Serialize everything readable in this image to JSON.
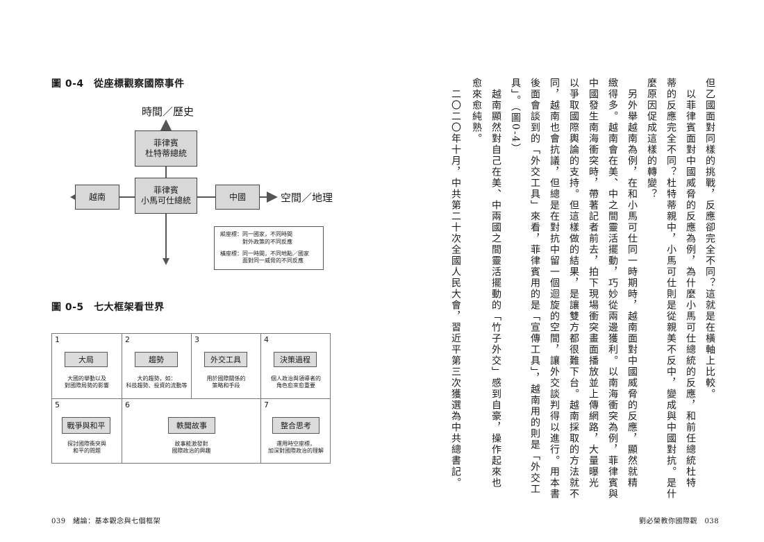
{
  "left_page": {
    "figure_0_4": {
      "title": "圖 0-4　從座標觀察國際事件",
      "axis_vertical_label": "時間／歷史",
      "axis_horizontal_label": "空間／地理",
      "box_top": [
        "菲律賓",
        "杜特蒂總統"
      ],
      "box_center": [
        "菲律賓",
        "小馬可仕總統"
      ],
      "box_left": "越南",
      "box_right": "中國",
      "legend": [
        {
          "key": "縱座標：",
          "lines": [
            "同一國家，不同時間",
            "對外政策的不同反應"
          ]
        },
        {
          "key": "橫座標：",
          "lines": [
            "同一時間，不同地點／國家",
            "面對同一威脅的不同反應"
          ]
        }
      ]
    },
    "figure_0_5": {
      "title": "圖 0-5　七大框架看世界",
      "cells": [
        {
          "num": "1",
          "label": "大局",
          "desc": [
            "大國的舉動以及",
            "對國際局勢的影響"
          ]
        },
        {
          "num": "2",
          "label": "趨勢",
          "desc": [
            "大的趨勢，如：",
            "科技趨勢、投資的流動等"
          ]
        },
        {
          "num": "3",
          "label": "外交工具",
          "desc": [
            "用於國際關係的",
            "策略和手段"
          ]
        },
        {
          "num": "4",
          "label": "決策過程",
          "desc": [
            "個人政治與領導者的",
            "角色愈來愈重要"
          ]
        },
        {
          "num": "5",
          "label": "戰爭與和平",
          "desc": [
            "探討國際衝突與",
            "和平的問題"
          ]
        },
        {
          "num": "6",
          "label": "軼聞故事",
          "desc": [
            "故事能激發對",
            "國際政治的興趣"
          ]
        },
        {
          "num": "7",
          "label": "整合思考",
          "desc": [
            "運用時空座標，",
            "加深對國際政治的理解"
          ]
        }
      ]
    },
    "footer": "039　緒論：基本觀念與七個框架"
  },
  "right_page": {
    "columns": [
      "但乙國面對同樣的挑戰，反應卻完全不同？這就是在橫軸上比較。",
      "　以菲律賓面對中國威脅的反應為例，為什麼小馬可仕總統的反應，和前任總統杜特",
      "蒂的反應完全不同？杜特蒂親中，小馬可仕則是從親美不反中，變成與中國對抗。是什",
      "麼原因促成這樣的轉變？",
      "　另外舉越南為例，在和小馬可仕同一時期時，越南面對中國威脅的反應，顯然就精",
      "緻得多。越南會在美、中之間靈活擺動，巧妙從兩邊獲利。以南海衝突為例，菲律賓與",
      "中國發生南海衝突時，帶著記者前去，拍下現場衝突畫面播放並上傳網路，大量曝光",
      "以爭取國際輿論的支持。但這樣做的結果，是讓雙方都很難下台。越南採取的方法就不",
      "同，越南也會抗議，但總是在對抗中留一個迴旋的空間，讓外交談判得以進行。用本書",
      "後面會談到的「外交工具」來看，菲律賓用的是「宣傳工具」，越南用的則是「外交工",
      "具」。（圖0-4）",
      "　越南顯然對自己在美、中兩國之間靈活擺動的「竹子外交」感到自豪，操作起來也",
      "愈來愈純熟。",
      "　二〇二〇年十月，中共第二十次全國人民大會，習近平第三次獲選為中共總書記。"
    ],
    "footer": "劉必榮教你國際觀　038"
  }
}
